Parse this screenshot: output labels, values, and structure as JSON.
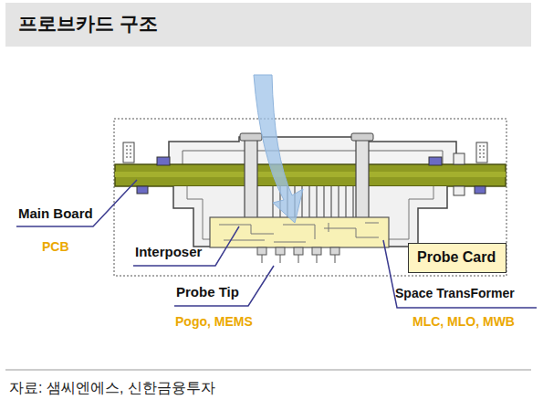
{
  "diagram": {
    "title": "프로브카드 구조",
    "caption": "자료: 샘씨엔에스, 신한금융투자",
    "nodes": [
      {
        "text": [
          "Probe Card"
        ]
      }
    ],
    "labels": [
      "Main Board",
      "PCB",
      "Interposer",
      "Probe Tip",
      "Pogo, MEMS",
      "Space TransFormer",
      "MLC, MLO, MWB"
    ]
  }
}
